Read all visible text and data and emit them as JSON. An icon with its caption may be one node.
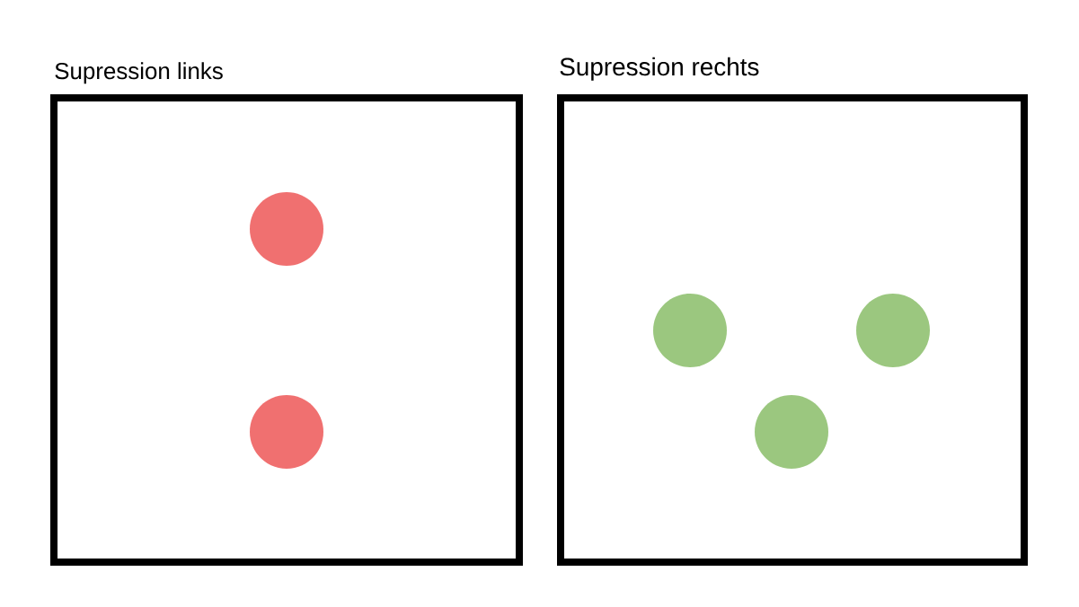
{
  "diagram": {
    "nodes": [
      {
        "text": [
          "Supression links"
        ]
      },
      {
        "text": [],
        "shape": "circle",
        "in": 0
      },
      {
        "text": [],
        "shape": "circle",
        "in": 0
      },
      {
        "text": [
          "Supression rechts"
        ]
      },
      {
        "text": [],
        "shape": "circle",
        "in": 3
      },
      {
        "text": [],
        "shape": "circle",
        "in": 3
      },
      {
        "text": [],
        "shape": "circle",
        "in": 3
      }
    ]
  }
}
